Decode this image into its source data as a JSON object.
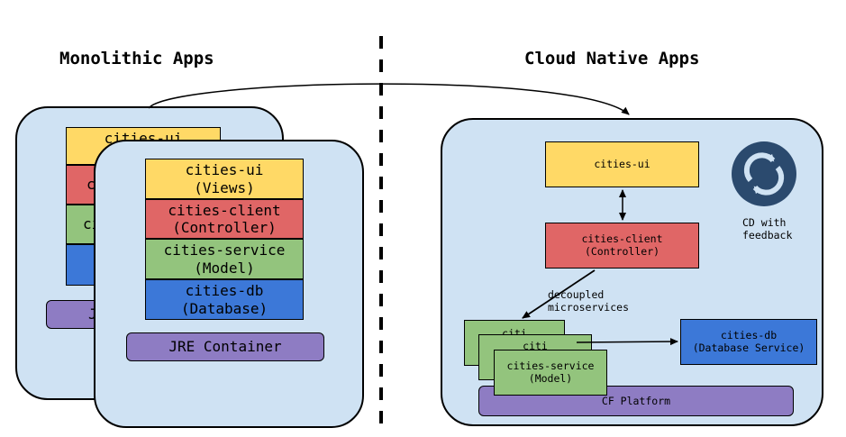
{
  "headings": {
    "monolithic": "Monolithic Apps",
    "cloud_native": "Cloud Native Apps"
  },
  "monolith_back": {
    "layers": [
      "cities-ui",
      "c",
      "ci",
      ""
    ],
    "container_label": "J"
  },
  "monolith_front": {
    "layers": [
      {
        "name": "cities-ui",
        "sub": "(Views)"
      },
      {
        "name": "cities-client",
        "sub": "(Controller)"
      },
      {
        "name": "cities-service",
        "sub": "(Model)"
      },
      {
        "name": "cities-db",
        "sub": "(Database)"
      }
    ],
    "container_label": "JRE Container"
  },
  "cloud": {
    "ui": {
      "name": "cities-ui"
    },
    "client": {
      "name": "cities-client",
      "sub": "(Controller)"
    },
    "services": {
      "back_labels": [
        "citi",
        "citi"
      ],
      "name": "cities-service",
      "sub": "(Model)"
    },
    "db": {
      "name": "cities-db",
      "sub": "(Database Service)"
    },
    "platform_label": "CF Platform",
    "cd_label_line1": "CD with",
    "cd_label_line2": "feedback",
    "decoupled_line1": "decoupled",
    "decoupled_line2": "microservices"
  },
  "colors": {
    "panel": "#cfe2f3",
    "ui": "#ffd966",
    "client": "#e06666",
    "service": "#93c47d",
    "db": "#3c78d8",
    "container": "#8e7cc3",
    "cd_icon": "#2b4a6e"
  }
}
